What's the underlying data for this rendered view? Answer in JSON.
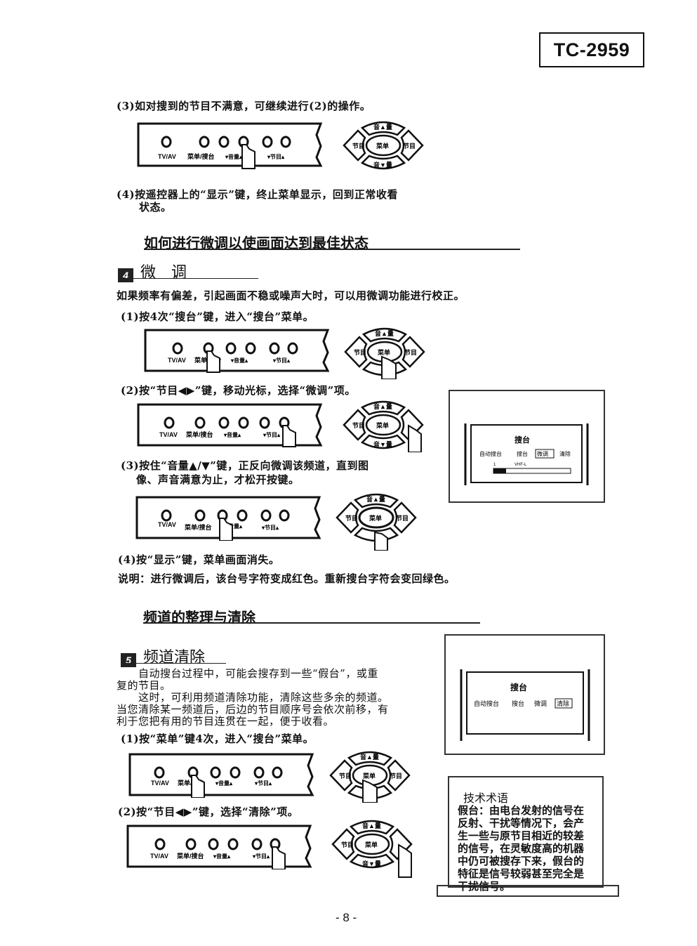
{
  "model": "TC-2959",
  "p3_top": "(3)如对搜到的节目不满意，可继续进行(2)的操作。",
  "p4_top_line1": "(4)按遥控器上的“显示”键，终止菜单显示，回到正常收看",
  "p4_top_line2": "状态。",
  "heading1": "如何进行微调以使画面达到最佳状态",
  "sec4_num": "4",
  "sec4_title": "微　调",
  "intro_fine": "如果频率有偏差，引起画面不稳或噪声大时，可以用微调功能进行校正。",
  "step1_fine": "(1)按4次“搜台”键，进入“搜台”菜单。",
  "step2_fine": "(2)按“节目◀▶”键，移动光标，选择“微调”项。",
  "step3_fine_line1": "(3)按住“音量▲/▼”键，正反向微调该频道，直到图",
  "step3_fine_line2": "像、声音满意为止，才松开按键。",
  "step4_fine": "(4)按“显示”键，菜单画面消失。",
  "note_fine": "说明：进行微调后，该台号字符变成红色。重新搜台字符会变回绿色。",
  "heading2": "频道的整理与清除",
  "sec5_num": "5",
  "sec5_title": "频道清除",
  "clear_p1": "　　自动搜台过程中，可能会搜存到一些“假台”，或重",
  "clear_p2": "复的节目。",
  "clear_p3": "　　这时，可利用频道清除功能，清除这些多余的频道。",
  "clear_p4": "当您清除某一频道后，后边的节目顺序号会依次前移，有",
  "clear_p5": "利于您把有用的节目连贯在一起，便于收看。",
  "step1_clear": "(1)按“菜单”键4次，进入“搜台”菜单。",
  "step2_clear": "(2)按“节目◀▶”键，选择“清除”项。",
  "panel": {
    "tvav": "TV/AV",
    "menu_search": "菜单/搜台",
    "vol": "▾音量▴",
    "prog": "▾节目▴"
  },
  "remote": {
    "vol_up": "音▲量",
    "vol_down": "音▼量",
    "prog_left": "节目",
    "prog_right": "节目",
    "menu": "菜单"
  },
  "menu1": {
    "title": "搜台",
    "items": [
      "自动搜台",
      "搜台",
      "微调",
      "清除"
    ],
    "selected": "微调",
    "num": "1",
    "band": "VHF-L"
  },
  "menu2": {
    "title": "搜台",
    "items": [
      "自动搜台",
      "搜台",
      "微调",
      "清除"
    ],
    "selected": "清除"
  },
  "tech": {
    "title": "技术术语",
    "lines": [
      "假台：由电台发射的信号在",
      "反射、干扰等情况下，会产",
      "生一些与原节目相近的较差",
      "的信号，在灵敏度高的机器",
      "中仍可被搜存下来，假台的",
      "特征是信号较弱甚至完全是",
      "干扰信号。"
    ]
  },
  "page_number": "- 8 -"
}
